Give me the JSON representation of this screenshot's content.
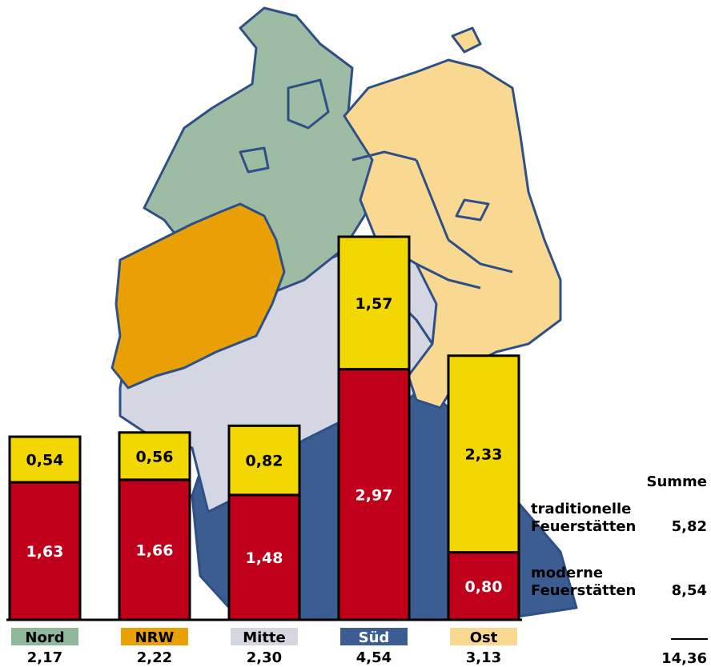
{
  "chart_data": {
    "type": "bar",
    "stacked": true,
    "categories": [
      "Nord",
      "NRW",
      "Mitte",
      "Süd",
      "Ost"
    ],
    "category_colors": [
      "#8fb89a",
      "#e9a005",
      "#d4d6e2",
      "#3c5d92",
      "#f9d992"
    ],
    "series": [
      {
        "name": "moderne Feuerstätten",
        "values": [
          1.63,
          1.66,
          1.48,
          2.97,
          0.8
        ],
        "labels": [
          "1,63",
          "1,66",
          "1,48",
          "2,97",
          "0,80"
        ],
        "color": "#c0001a"
      },
      {
        "name": "traditionelle Feuerstätten",
        "values": [
          0.54,
          0.56,
          0.82,
          1.57,
          2.33
        ],
        "labels": [
          "0,54",
          "0,56",
          "0,82",
          "1,57",
          "2,33"
        ],
        "color": "#f2d800"
      }
    ],
    "totals": [
      "2,17",
      "2,22",
      "2,30",
      "4,54",
      "3,13"
    ],
    "ylim": [
      0,
      4.54
    ],
    "grid": false,
    "legend": "right"
  },
  "summary": {
    "heading": "Summe",
    "rows": [
      {
        "line1": "traditionelle",
        "line2": "Feuerstätten",
        "value": "5,82"
      },
      {
        "line1": "moderne",
        "line2": "Feuerstätten",
        "value": "8,54"
      }
    ],
    "total": "14,36"
  },
  "colors": {
    "map_ocean_blue": "#3c5d92",
    "map_mitte": "#d4d6e2",
    "map_nord": "#9ebba3",
    "map_nrw": "#e9a005",
    "map_ost": "#f9d992",
    "border": "#2e4f87",
    "bar_outline": "#000000"
  }
}
